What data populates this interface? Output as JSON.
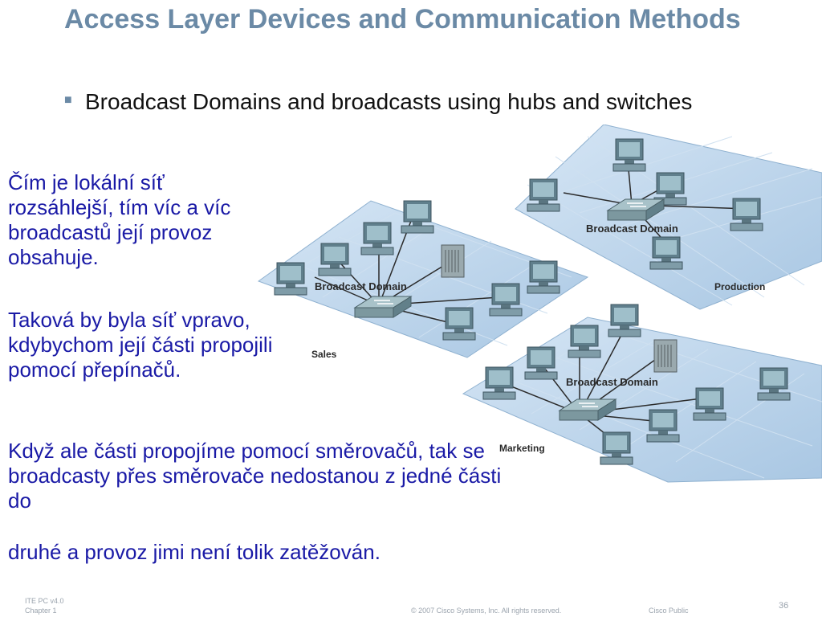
{
  "slide": {
    "title": "Access Layer Devices and Communication Methods",
    "bullet": "Broadcast Domains and broadcasts using hubs and switches"
  },
  "body": {
    "para1": "Čím je lokální síť rozsáhlejší, tím víc a víc broadcastů její provoz obsahuje.",
    "para2": "Taková by byla síť vpravo, kdybychom její části propojili pomocí přepínačů.",
    "para3_line1": "Když ale části propojíme pomocí směrovačů, tak se broadcasty přes směrovače nedostanou z jedné části do",
    "para3_line2": "druhé a provoz jimi není tolik zatěžován."
  },
  "figure": {
    "domain_label": "Broadcast Domain",
    "areas": {
      "sales": "Sales",
      "production": "Production",
      "marketing": "Marketing"
    }
  },
  "footer": {
    "course": "ITE PC v4.0",
    "chapter": "Chapter 1",
    "copyright": "© 2007 Cisco Systems, Inc. All rights reserved.",
    "classification": "Cisco Public",
    "page": "36"
  },
  "colors": {
    "title": "#6b8aa6",
    "body_text": "#1a1aa6",
    "platform": "#b9d3ea"
  }
}
